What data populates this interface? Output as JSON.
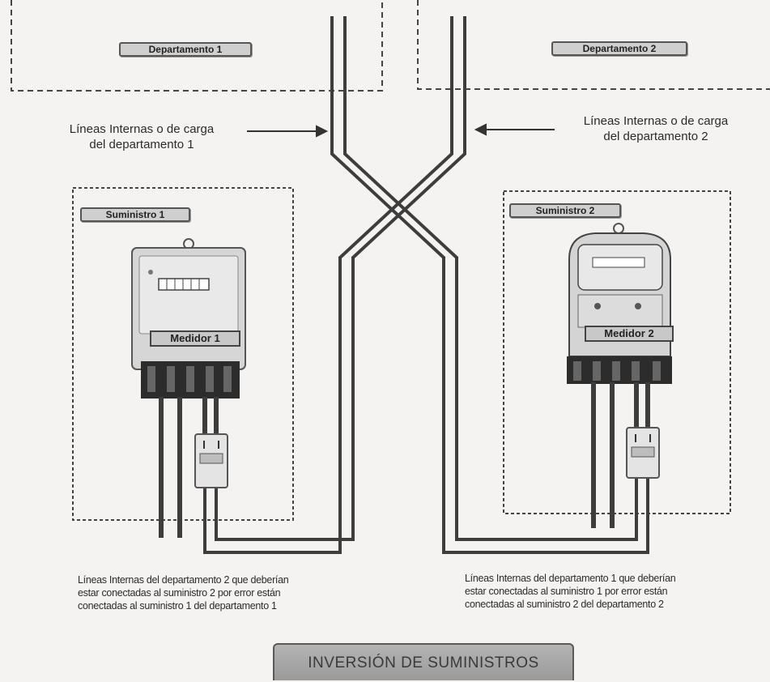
{
  "departments": [
    {
      "tag": "Departamento 1"
    },
    {
      "tag": "Departamento 2"
    }
  ],
  "annotations": {
    "left_lines": "Líneas Internas o de carga\ndel departamento 1",
    "right_lines": "Líneas Internas o de carga\ndel departamento 2"
  },
  "supplies": [
    {
      "tag": "Suministro 1",
      "meter_label": "Medidor 1"
    },
    {
      "tag": "Suministro 2",
      "meter_label": "Medidor 2"
    }
  ],
  "notes": {
    "left": "Líneas Internas del departamento 2 que deberían\nestar conectadas al suministro 2 por error están\nconectadas al suministro 1 del departamento 1",
    "right": "Líneas Internas del departamento 1 que deberían\nestar conectadas al suministro 1 por error están\nconectadas al suministro 2 del departamento 2"
  },
  "title": "INVERSIÓN DE SUMINISTROS",
  "colors": {
    "wire": "#3d3d3d",
    "dash": "#444444",
    "meter_body": "#d6d6d6",
    "meter_base": "#2c2c2c"
  }
}
